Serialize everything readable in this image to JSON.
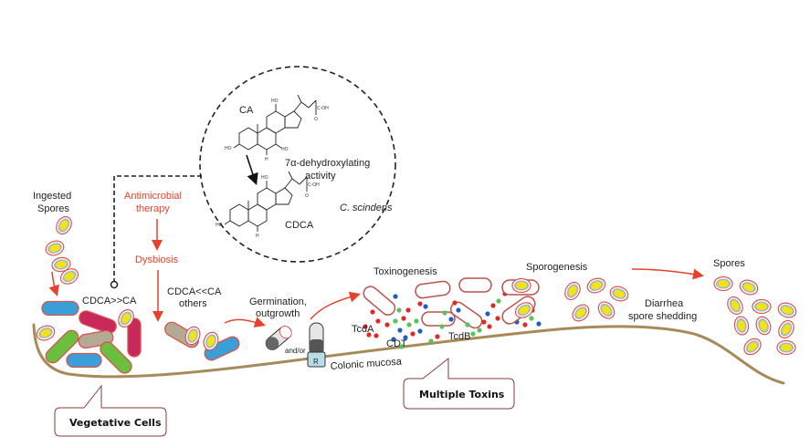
{
  "figure": {
    "molecule_circle": {
      "reactant": "CA",
      "product": "CDCA",
      "reaction_label_line1": "7α-dehydroxylating",
      "reaction_label_line2": "activity",
      "organism": "C. scindens",
      "hydroxyl_label": "HO",
      "hydrogen_label": "H",
      "acid_label": "C-OH",
      "oxygen_label": "O"
    },
    "labels": {
      "ingested_spores_line1": "Ingested",
      "ingested_spores_line2": "Spores",
      "antimicrobial_line1": "Antimicrobial",
      "antimicrobial_line2": "therapy",
      "dysbiosis": "Dysbiosis",
      "cdca_gt_ca": "CDCA>>CA",
      "cdca_lt_ca_line1": "CDCA<<CA",
      "cdca_lt_ca_line2": "others",
      "germination_line1": "Germination,",
      "germination_line2": "outgrowth",
      "and_or": "and/or",
      "receptor": "R",
      "colonic_mucosa": "Colonic mucosa",
      "toxinogenesis": "Toxinogenesis",
      "tcda": "TcdA",
      "tcdb": "TcdB",
      "cdt": "CDT",
      "sporogenesis": "Sporogenesis",
      "diarrhea_line1": "Diarrhea",
      "diarrhea_line2": "spore shedding",
      "spores": "Spores"
    },
    "callouts": {
      "vegetative_cells": "Vegetative Cells",
      "multiple_toxins": "Multiple Toxins"
    },
    "colors": {
      "mucosa": "#a88a5a",
      "arrow_red": "#e8412c",
      "outline_red": "#d9534f",
      "spore_core": "#f5e11a",
      "spore_coat": "#9ab8c8",
      "cell_blue": "#3a9fd6",
      "cell_magenta": "#c8285a",
      "cell_green": "#6abf3f",
      "cell_tan": "#b3aa94",
      "toxin_red": "#e02a2a",
      "toxin_blue": "#1f5fbf",
      "toxin_green": "#5cc05c",
      "callout_border": "#8b3a3a"
    }
  }
}
